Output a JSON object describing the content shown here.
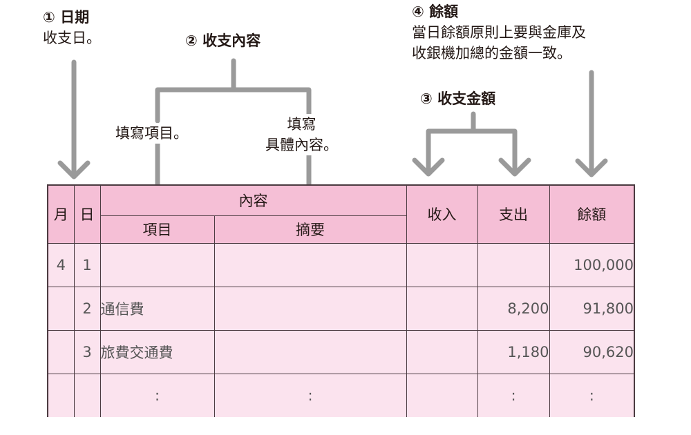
{
  "annotations": {
    "date": {
      "title": "① 日期",
      "desc": "收支日。"
    },
    "content": {
      "title": "② 收支內容",
      "item_note": "填寫項目。",
      "summary_note_1": "填寫",
      "summary_note_2": "具體內容。"
    },
    "amount": {
      "title": "③ 收支金額"
    },
    "balance": {
      "title": "④ 餘額",
      "desc_1": "當日餘額原則上要與金庫及",
      "desc_2": "收銀機加總的金額一致。"
    }
  },
  "table": {
    "headers": {
      "month": "月",
      "day": "日",
      "content": "內容",
      "item": "項目",
      "summary": "摘要",
      "income": "收入",
      "expense": "支出",
      "balance": "餘額"
    },
    "rows": [
      {
        "month": "4",
        "day": "1",
        "item": "",
        "summary": "",
        "income": "",
        "expense": "",
        "balance": "100,000"
      },
      {
        "month": "",
        "day": "2",
        "item": "通信費",
        "summary": "",
        "income": "",
        "expense": "8,200",
        "balance": "91,800"
      },
      {
        "month": "",
        "day": "3",
        "item": "旅費交通費",
        "summary": "",
        "income": "",
        "expense": "1,180",
        "balance": "90,620"
      },
      {
        "month": "",
        "day": "",
        "item": ":",
        "summary": ":",
        "income": "",
        "expense": ":",
        "balance": ":"
      }
    ]
  },
  "colors": {
    "header_bg": "#f5bfd6",
    "cell_bg": "#fbe3ee",
    "arrow": "#9a9a9a",
    "border": "#4a3a40"
  }
}
